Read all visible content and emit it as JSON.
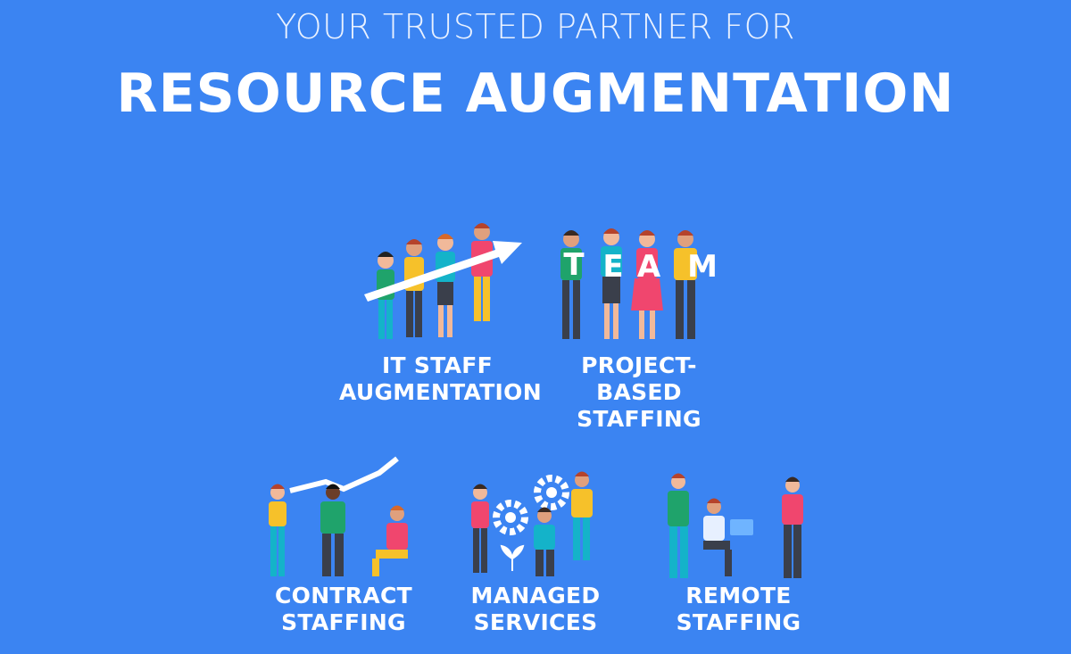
{
  "header": {
    "subtitle": "YOUR TRUSTED PARTNER FOR",
    "title": "RESOURCE AUGMENTATION"
  },
  "services": [
    {
      "line1": "IT STAFF",
      "line2": "AUGMENTATION"
    },
    {
      "line1": "PROJECT-BASED",
      "line2": "STAFFING",
      "team_letters": [
        "T",
        "E",
        "A",
        "M"
      ]
    },
    {
      "line1": "CONTRACT",
      "line2": "STAFFING"
    },
    {
      "line1": "MANAGED",
      "line2": "SERVICES"
    },
    {
      "line1": "REMOTE",
      "line2": "STAFFING"
    }
  ],
  "colors": {
    "background": "#3b84f2",
    "green": "#1fa36b",
    "teal": "#14b3c9",
    "pink": "#f0466e",
    "yellow": "#f6c12a",
    "dark": "#3a3f4b"
  }
}
